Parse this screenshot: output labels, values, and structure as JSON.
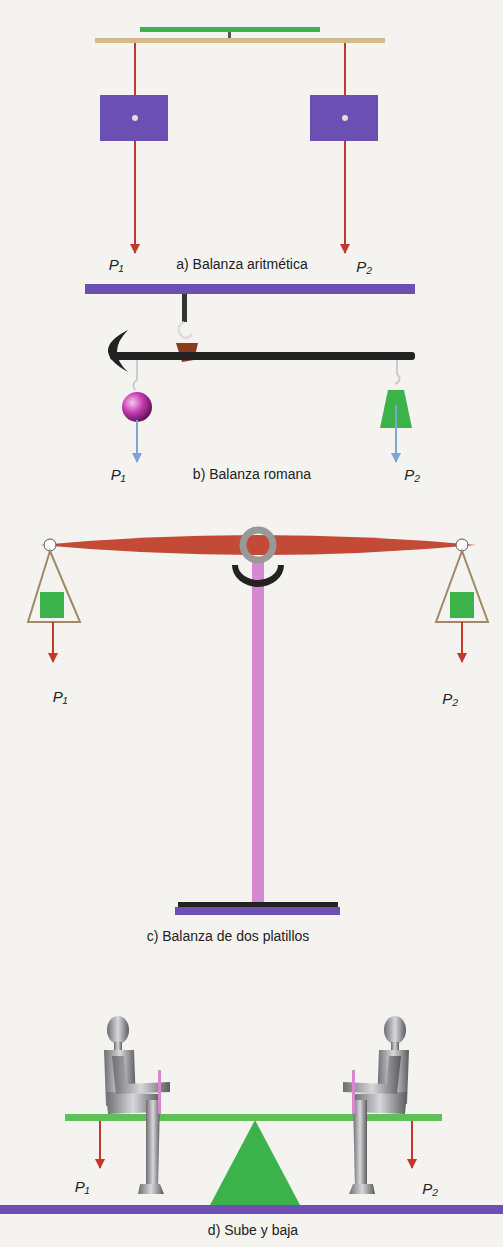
{
  "diagram": {
    "labels": [
      "P₁",
      "a) Balanza aritmética",
      "P₂",
      "P₁",
      "b) Balanza romana",
      "P₂",
      "P₁",
      "P₂",
      "c) Balanza de dos platillos",
      "P₁",
      "P₂",
      "d) Sube y baja"
    ]
  }
}
